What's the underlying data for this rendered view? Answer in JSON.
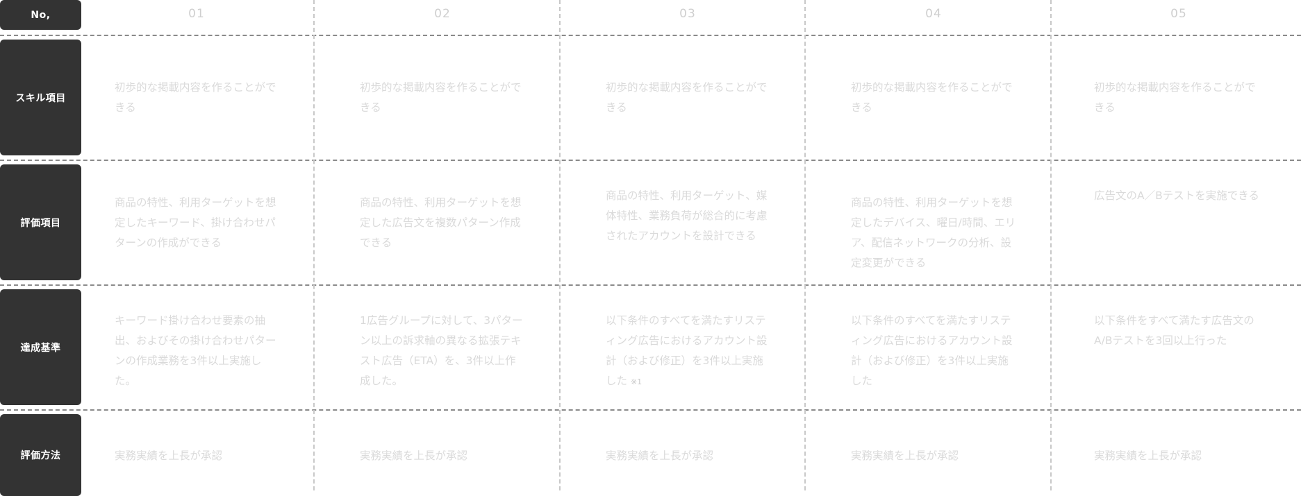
{
  "rows": [
    {
      "label": "No,"
    },
    {
      "label": "スキル項目"
    },
    {
      "label": "評価項目"
    },
    {
      "label": "達成基準"
    },
    {
      "label": "評価方法"
    }
  ],
  "columns": [
    {
      "no": "01",
      "skill": "初歩的な掲載内容を作ることができる",
      "evaluation": "商品の特性、利用ターゲットを想定したキーワード、掛け合わせパターンの作成ができる",
      "criteria": "キーワード掛け合わせ要素の抽出、およびその掛け合わせパターンの作成業務を3件以上実施した。",
      "criteria_note": "",
      "method": "実務実績を上長が承認"
    },
    {
      "no": "02",
      "skill": "初歩的な掲載内容を作ることができる",
      "evaluation": "商品の特性、利用ターゲットを想定した広告文を複数パターン作成できる",
      "criteria": "1広告グループに対して、3パターン以上の訴求軸の異なる拡張テキスト広告（ETA）を、3件以上作成した。",
      "criteria_note": "",
      "method": "実務実績を上長が承認"
    },
    {
      "no": "03",
      "skill": "初歩的な掲載内容を作ることができる",
      "evaluation": "商品の特性、利用ターゲット、媒体特性、業務負荷が総合的に考慮されたアカウントを設計できる",
      "criteria": "以下条件のすべてを満たすリスティング広告におけるアカウント設計（および修正）を3件以上実施した",
      "criteria_note": "※1",
      "method": "実務実績を上長が承認"
    },
    {
      "no": "04",
      "skill": "初歩的な掲載内容を作ることができる",
      "evaluation": "商品の特性、利用ターゲットを想定したデバイス、曜日/時間、エリア、配信ネットワークの分析、設定変更ができる",
      "criteria": "以下条件のすべてを満たすリスティング広告におけるアカウント設計（および修正）を3件以上実施した",
      "criteria_note": "",
      "method": "実務実績を上長が承認"
    },
    {
      "no": "05",
      "skill": "初歩的な掲載内容を作ることができる",
      "evaluation": "広告文のA／Bテストを実施できる",
      "criteria": "以下条件をすべて満たす広告文のA/Bテストを3回以上行った",
      "criteria_note": "",
      "method": "実務実績を上長が承認"
    }
  ]
}
